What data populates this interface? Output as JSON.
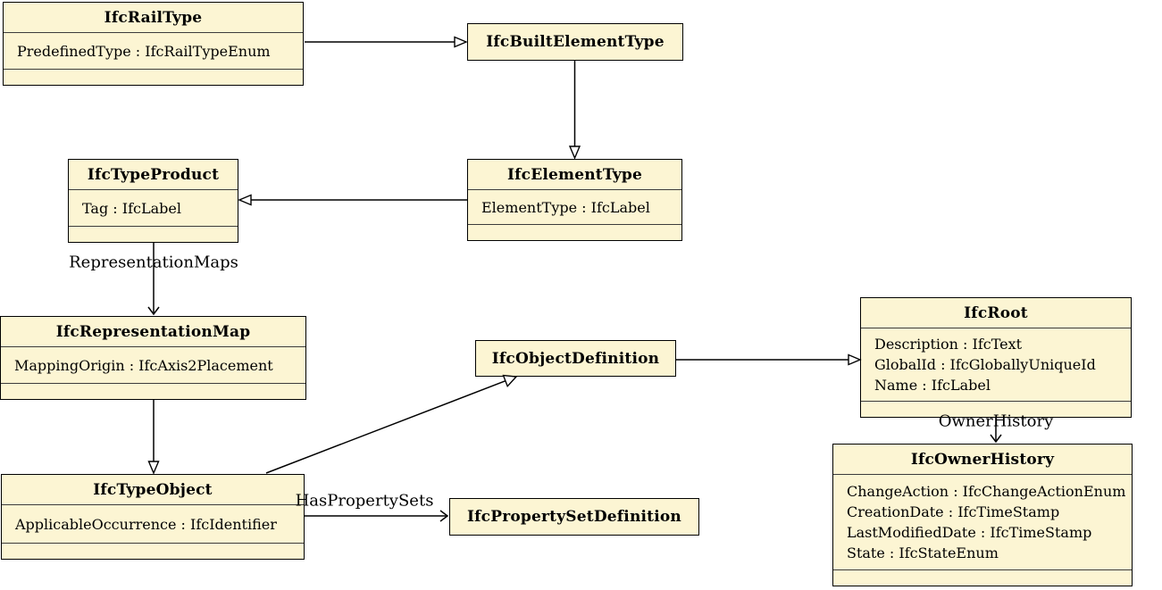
{
  "colors": {
    "box_fill": "#FCF5D3",
    "box_border": "#000000",
    "line": "#000000",
    "background": "#FFFFFF"
  },
  "classes": [
    {
      "title": "IfcRailType",
      "attributes": [
        "PredefinedType : IfcRailTypeEnum"
      ]
    },
    {
      "title": "IfcBuiltElementType",
      "attributes": []
    },
    {
      "title": "IfcElementType",
      "attributes": [
        "ElementType : IfcLabel"
      ]
    },
    {
      "title": "IfcTypeProduct",
      "attributes": [
        "Tag : IfcLabel"
      ]
    },
    {
      "title": "IfcRepresentationMap",
      "attributes": [
        "MappingOrigin : IfcAxis2Placement"
      ]
    },
    {
      "title": "IfcTypeObject",
      "attributes": [
        "ApplicableOccurrence : IfcIdentifier"
      ]
    },
    {
      "title": "IfcObjectDefinition",
      "attributes": []
    },
    {
      "title": "IfcPropertySetDefinition",
      "attributes": []
    },
    {
      "title": "IfcRoot",
      "attributes": [
        "Description : IfcText",
        "GlobalId : IfcGloballyUniqueId",
        "Name : IfcLabel"
      ]
    },
    {
      "title": "IfcOwnerHistory",
      "attributes": [
        "ChangeAction : IfcChangeActionEnum",
        "CreationDate : IfcTimeStamp",
        "LastModifiedDate : IfcTimeStamp",
        "State : IfcStateEnum"
      ]
    }
  ],
  "edges": [
    {
      "from": "IfcRailType",
      "to": "IfcBuiltElementType",
      "type": "inheritance"
    },
    {
      "from": "IfcBuiltElementType",
      "to": "IfcElementType",
      "type": "inheritance"
    },
    {
      "from": "IfcElementType",
      "to": "IfcTypeProduct",
      "type": "inheritance"
    },
    {
      "from": "IfcTypeProduct",
      "to": "IfcRepresentationMap",
      "type": "association",
      "label": "RepresentationMaps"
    },
    {
      "from": "IfcRepresentationMap",
      "to": "IfcTypeObject",
      "type": "inheritance"
    },
    {
      "from": "IfcTypeObject",
      "to": "IfcObjectDefinition",
      "type": "inheritance"
    },
    {
      "from": "IfcTypeObject",
      "to": "IfcPropertySetDefinition",
      "type": "association",
      "label": "HasPropertySets"
    },
    {
      "from": "IfcObjectDefinition",
      "to": "IfcRoot",
      "type": "inheritance"
    },
    {
      "from": "IfcRoot",
      "to": "IfcOwnerHistory",
      "type": "association",
      "label": "OwnerHistory"
    }
  ]
}
